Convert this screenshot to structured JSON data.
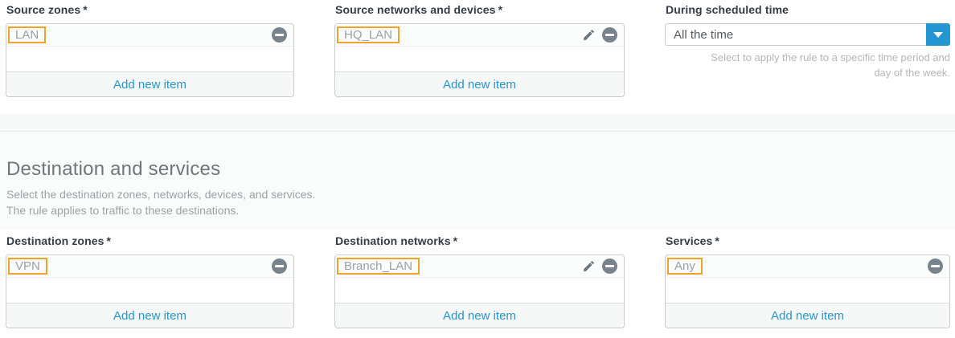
{
  "colors": {
    "accent": "#2496D2",
    "highlight": "#F0A32A",
    "icon": "#78838D"
  },
  "icons": {
    "remove": "minus-circle-icon",
    "edit": "pencil-icon",
    "dropdown": "chevron-down-icon"
  },
  "required_marker": "*",
  "panels": {
    "source_zones": {
      "label": "Source zones",
      "required": "*",
      "items": [
        {
          "text": "LAN"
        }
      ],
      "add_label": "Add new item"
    },
    "source_networks": {
      "label": "Source networks and devices",
      "required": "*",
      "items": [
        {
          "text": "HQ_LAN"
        }
      ],
      "add_label": "Add new item"
    },
    "schedule": {
      "label": "During scheduled time",
      "value": "All the time",
      "help_line1": "Select to apply the rule to a specific time period and",
      "help_line2": "day of the week."
    },
    "destination_zones": {
      "label": "Destination zones",
      "required": "*",
      "items": [
        {
          "text": "VPN"
        }
      ],
      "add_label": "Add new item"
    },
    "destination_networks": {
      "label": "Destination networks",
      "required": "*",
      "items": [
        {
          "text": "Branch_LAN"
        }
      ],
      "add_label": "Add new item"
    },
    "services": {
      "label": "Services",
      "required": "*",
      "items": [
        {
          "text": "Any"
        }
      ],
      "add_label": "Add new item"
    }
  },
  "section": {
    "title": "Destination and services",
    "description_line1": "Select the destination zones, networks, devices, and services.",
    "description_line2": "The rule applies to traffic to these destinations."
  }
}
